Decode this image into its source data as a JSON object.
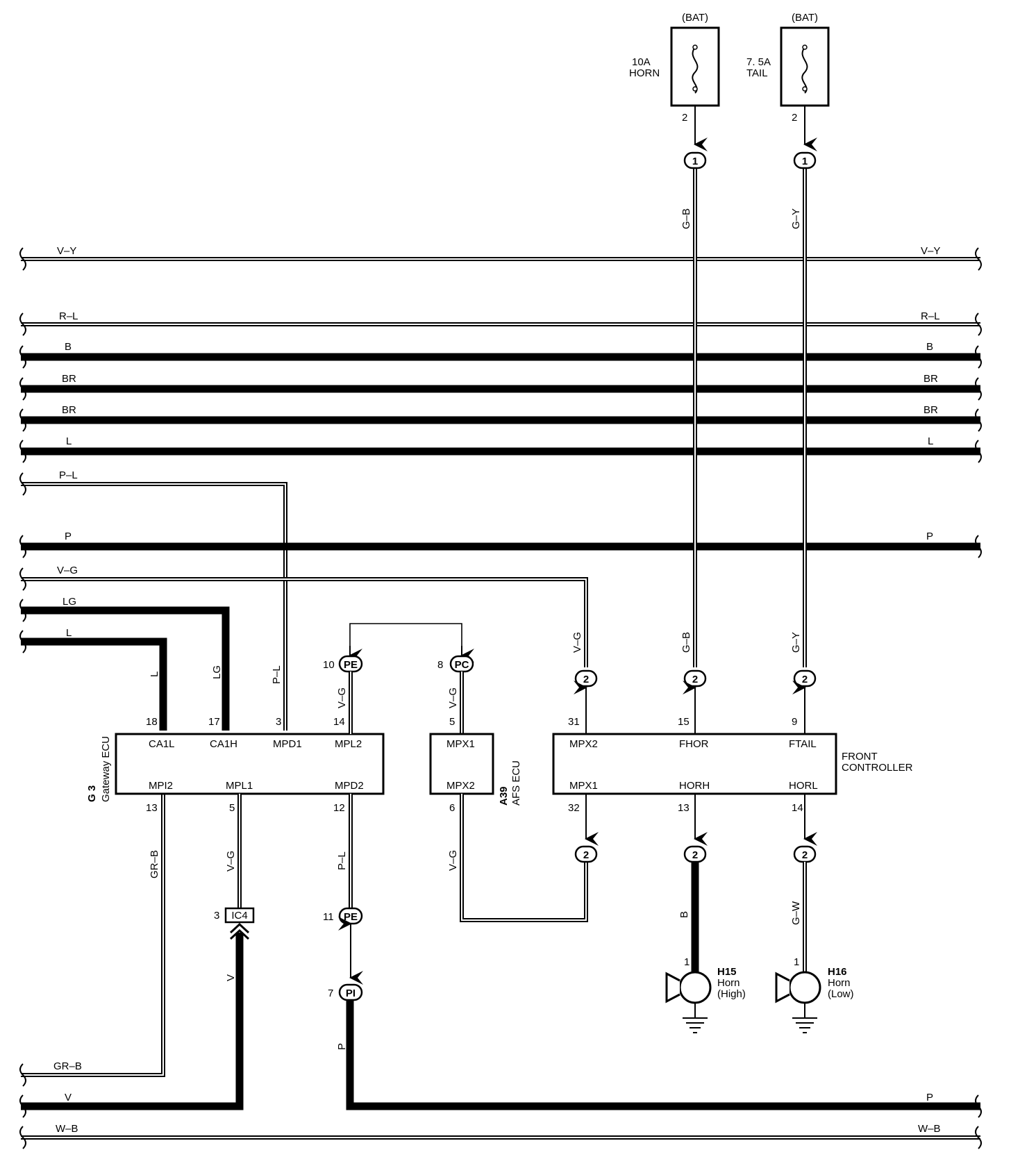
{
  "fuses": [
    {
      "source": "(BAT)",
      "rating": "10A",
      "name": "HORN",
      "pin": "2",
      "connector": "1",
      "wire": "G–B"
    },
    {
      "source": "(BAT)",
      "rating": "7. 5A",
      "name": "TAIL",
      "pin": "2",
      "connector": "1",
      "wire": "G–Y"
    }
  ],
  "buses": {
    "vy": "V–Y",
    "rl": "R–L",
    "b": "B",
    "br1": "BR",
    "br2": "BR",
    "l": "L",
    "pl": "P–L",
    "p": "P",
    "vg": "V–G",
    "lg": "LG",
    "l2": "L",
    "grb": "GR–B",
    "v": "V",
    "p_bottom": "P",
    "wb": "W–B"
  },
  "gateway_ecu": {
    "code": "G 3",
    "name": "Gateway ECU",
    "top_pins": [
      {
        "num": "18",
        "name": "CA1L"
      },
      {
        "num": "17",
        "name": "CA1H"
      },
      {
        "num": "3",
        "name": "MPD1"
      },
      {
        "num": "14",
        "name": "MPL2"
      }
    ],
    "bottom_pins": [
      {
        "num": "13",
        "name": "MPI2"
      },
      {
        "num": "5",
        "name": "MPL1"
      },
      {
        "num": "12",
        "name": "MPD2"
      }
    ]
  },
  "afs_ecu": {
    "code": "A39",
    "name": "AFS ECU",
    "pins": [
      {
        "num": "5",
        "name": "MPX1"
      },
      {
        "num": "6",
        "name": "MPX2"
      }
    ]
  },
  "front_controller": {
    "name": "FRONT\nCONTROLLER",
    "name_lines": [
      "FRONT",
      "CONTROLLER"
    ],
    "top_pins": [
      {
        "num": "31",
        "name": "MPX2"
      },
      {
        "num": "15",
        "name": "FHOR"
      },
      {
        "num": "9",
        "name": "FTAIL"
      }
    ],
    "bottom_pins": [
      {
        "num": "32",
        "name": "MPX1"
      },
      {
        "num": "13",
        "name": "HORH"
      },
      {
        "num": "14",
        "name": "HORL"
      }
    ]
  },
  "junctions": [
    {
      "id": "PE",
      "pin": "10"
    },
    {
      "id": "PC",
      "pin": "8"
    },
    {
      "id": "PE",
      "pin": "11"
    },
    {
      "id": "PI",
      "pin": "7"
    },
    {
      "id": "IC4",
      "pin": "3"
    }
  ],
  "connectors_2": [
    "2",
    "2",
    "2",
    "2",
    "2",
    "2"
  ],
  "wire_labels": {
    "w_l": "L",
    "w_lg": "LG",
    "w_pl": "P–L",
    "w_vg_pe": "V–G",
    "w_vg_pc": "V–G",
    "w_vg_fc": "V–G",
    "w_gb_fc": "G–B",
    "w_gy_fc": "G–Y",
    "w_grb": "GR–B",
    "w_vg_ic4": "V–G",
    "w_pl_pe": "P–L",
    "w_vg_afs": "V–G",
    "w_v": "V",
    "w_p": "P",
    "w_b_horn": "B",
    "w_gw_horn": "G–W"
  },
  "horns": [
    {
      "code": "H15",
      "name": "Horn",
      "type": "(High)",
      "pin": "1"
    },
    {
      "code": "H16",
      "name": "Horn",
      "type": "(Low)",
      "pin": "1"
    }
  ]
}
